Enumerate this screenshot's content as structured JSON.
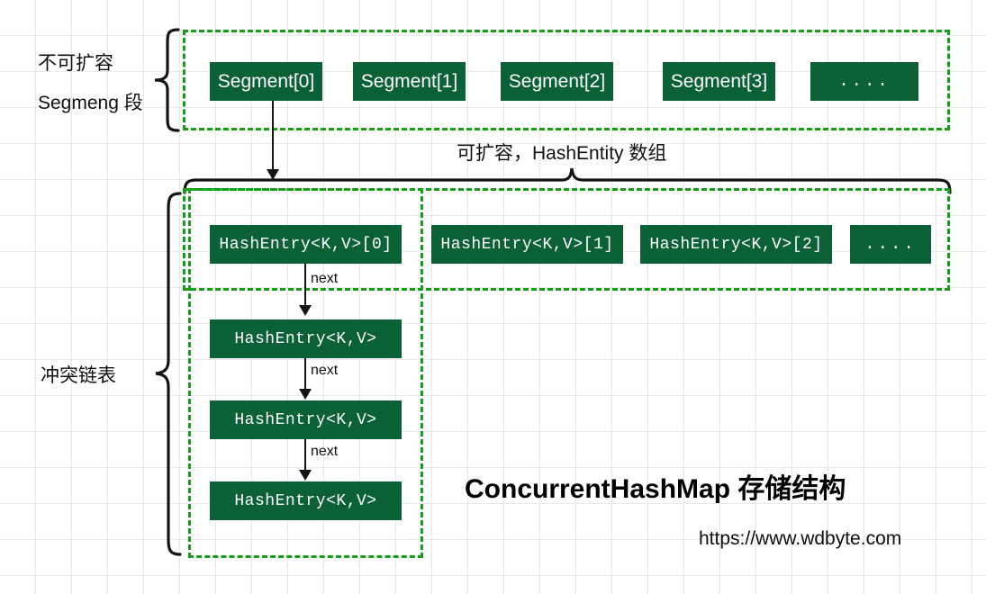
{
  "colors": {
    "node_fill": "#0a6135",
    "dash_border": "#14a014",
    "line": "#141414",
    "grid": "#e9e9e9",
    "background": "#ffffff"
  },
  "segment_section": {
    "label_line1": "不可扩容",
    "label_line2": "Segmeng 段",
    "items": [
      {
        "label": "Segment[0]"
      },
      {
        "label": "Segment[1]"
      },
      {
        "label": "Segment[2]"
      },
      {
        "label": "Segment[3]"
      },
      {
        "label": "...."
      }
    ]
  },
  "array_section": {
    "caption": "可扩容，HashEntity 数组",
    "items": [
      {
        "label": "HashEntry<K,V>[0]"
      },
      {
        "label": "HashEntry<K,V>[1]"
      },
      {
        "label": "HashEntry<K,V>[2]"
      },
      {
        "label": "...."
      }
    ]
  },
  "chain_section": {
    "label": "冲突链表",
    "items": [
      {
        "label": "HashEntry<K,V>"
      },
      {
        "label": "HashEntry<K,V>"
      },
      {
        "label": "HashEntry<K,V>"
      }
    ],
    "edge_labels": [
      "next",
      "next",
      "next"
    ]
  },
  "footer": {
    "title": "ConcurrentHashMap 存储结构",
    "url": "https://www.wdbyte.com"
  }
}
